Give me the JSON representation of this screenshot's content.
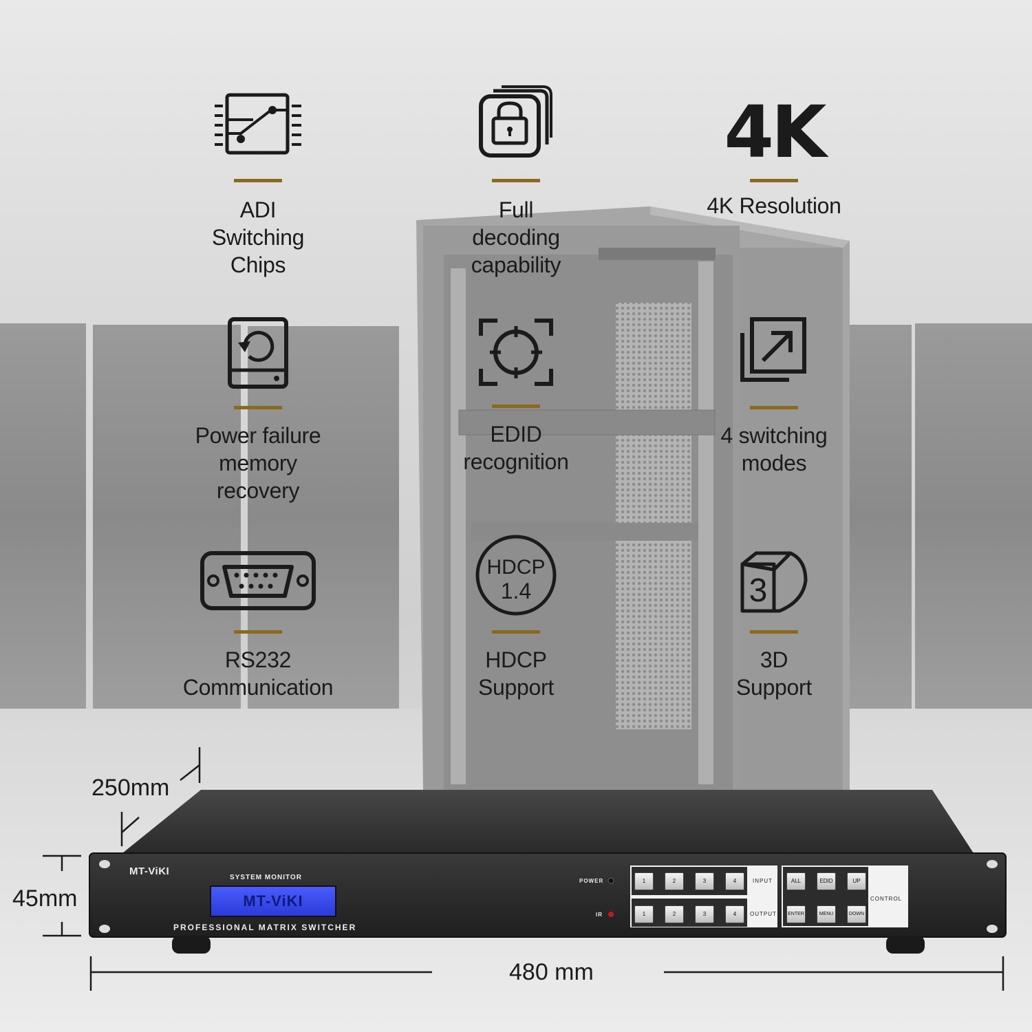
{
  "features": [
    {
      "id": "adi",
      "label_lines": [
        "ADI",
        "Switching",
        "Chips"
      ],
      "icon": "switch-chip-icon"
    },
    {
      "id": "decoding",
      "label_lines": [
        "Full",
        "decoding",
        "capability"
      ],
      "icon": "lock-icon"
    },
    {
      "id": "4k",
      "label_lines": [
        "4K Resolution"
      ],
      "icon": "4k-badge",
      "badge": "4K"
    },
    {
      "id": "memory",
      "label_lines": [
        "Power failure",
        "memory",
        "recovery"
      ],
      "icon": "disk-restore-icon"
    },
    {
      "id": "edid",
      "label_lines": [
        "EDID",
        "recognition"
      ],
      "icon": "target-icon"
    },
    {
      "id": "modes",
      "label_lines": [
        "4 switching",
        "modes"
      ],
      "icon": "arrow-out-icon"
    },
    {
      "id": "rs232",
      "label_lines": [
        "RS232",
        "Communication"
      ],
      "icon": "serial-port-icon"
    },
    {
      "id": "hdcp",
      "label_lines": [
        "HDCP",
        "Support"
      ],
      "icon": "hdcp-badge-icon",
      "badge_lines": [
        "HDCP",
        "1.4"
      ]
    },
    {
      "id": "3d",
      "label_lines": [
        "3D",
        "Support"
      ],
      "icon": "3d-cube-icon",
      "badge": "3"
    }
  ],
  "dimensions": {
    "depth": "250mm",
    "height": "45mm",
    "width": "480 mm"
  },
  "device": {
    "brand": "MT-ViKI",
    "monitor_title": "SYSTEM MONITOR",
    "lcd_text": "MT-ViKI",
    "subtitle": "PROFESSIONAL MATRIX SWITCHER",
    "power_label": "POWER",
    "ir_label": "IR",
    "input_label": "INPUT",
    "output_label": "OUTPUT",
    "control_label": "CONTROL",
    "input_buttons": [
      "1",
      "2",
      "3",
      "4"
    ],
    "output_buttons": [
      "1",
      "2",
      "3",
      "4"
    ],
    "control_top": [
      "ALL",
      "EDID",
      "UP"
    ],
    "control_bottom": [
      "ENTER",
      "MENU",
      "DOWN"
    ]
  },
  "colors": {
    "accent": "#8b6a1d",
    "text": "#1b1b1b",
    "lcd": "#3a4cf0",
    "chassis": "#2b2b2b"
  }
}
